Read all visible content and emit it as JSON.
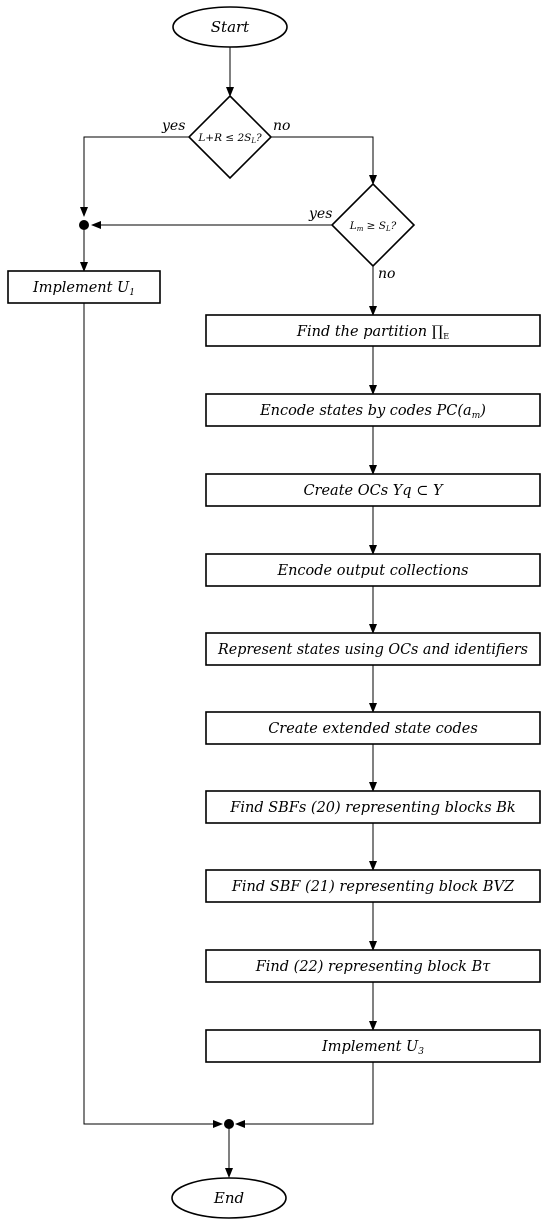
{
  "diagram": {
    "terminals": {
      "start": "Start",
      "end": "End"
    },
    "decisions": {
      "d1": {
        "condition": "L+R ≤ 2S",
        "sub": "L",
        "suffix": "?",
        "yes": "yes",
        "no": "no"
      },
      "d2": {
        "condition": "L",
        "sub": "m",
        "condition_rest": " ≥ S",
        "sub2": "L",
        "suffix": "?",
        "yes": "yes",
        "no": "no"
      }
    },
    "processes": {
      "implement_u1": {
        "text": "Implement U",
        "sub": "1"
      },
      "find_partition": {
        "text": "Find the partition ",
        "symbol": "∏",
        "sub": "E"
      },
      "encode_states": {
        "text": "Encode states by codes PC(a",
        "sub": "m",
        "suffix": ")"
      },
      "create_ocs": {
        "text": "Create OCs Yq ⊂ Y"
      },
      "encode_output": {
        "text": "Encode output collections"
      },
      "represent_states": {
        "text": "Represent states using OCs and identifiers"
      },
      "create_extended": {
        "text": "Create extended state codes"
      },
      "find_sbfs_20": {
        "text": "Find SBFs (20) representing blocks Bk"
      },
      "find_sbf_21": {
        "text": "Find SBF (21) representing block BVZ"
      },
      "find_22": {
        "text": "Find (22) representing block Bτ"
      },
      "implement_u3": {
        "text": "Implement U",
        "sub": "3"
      }
    }
  }
}
